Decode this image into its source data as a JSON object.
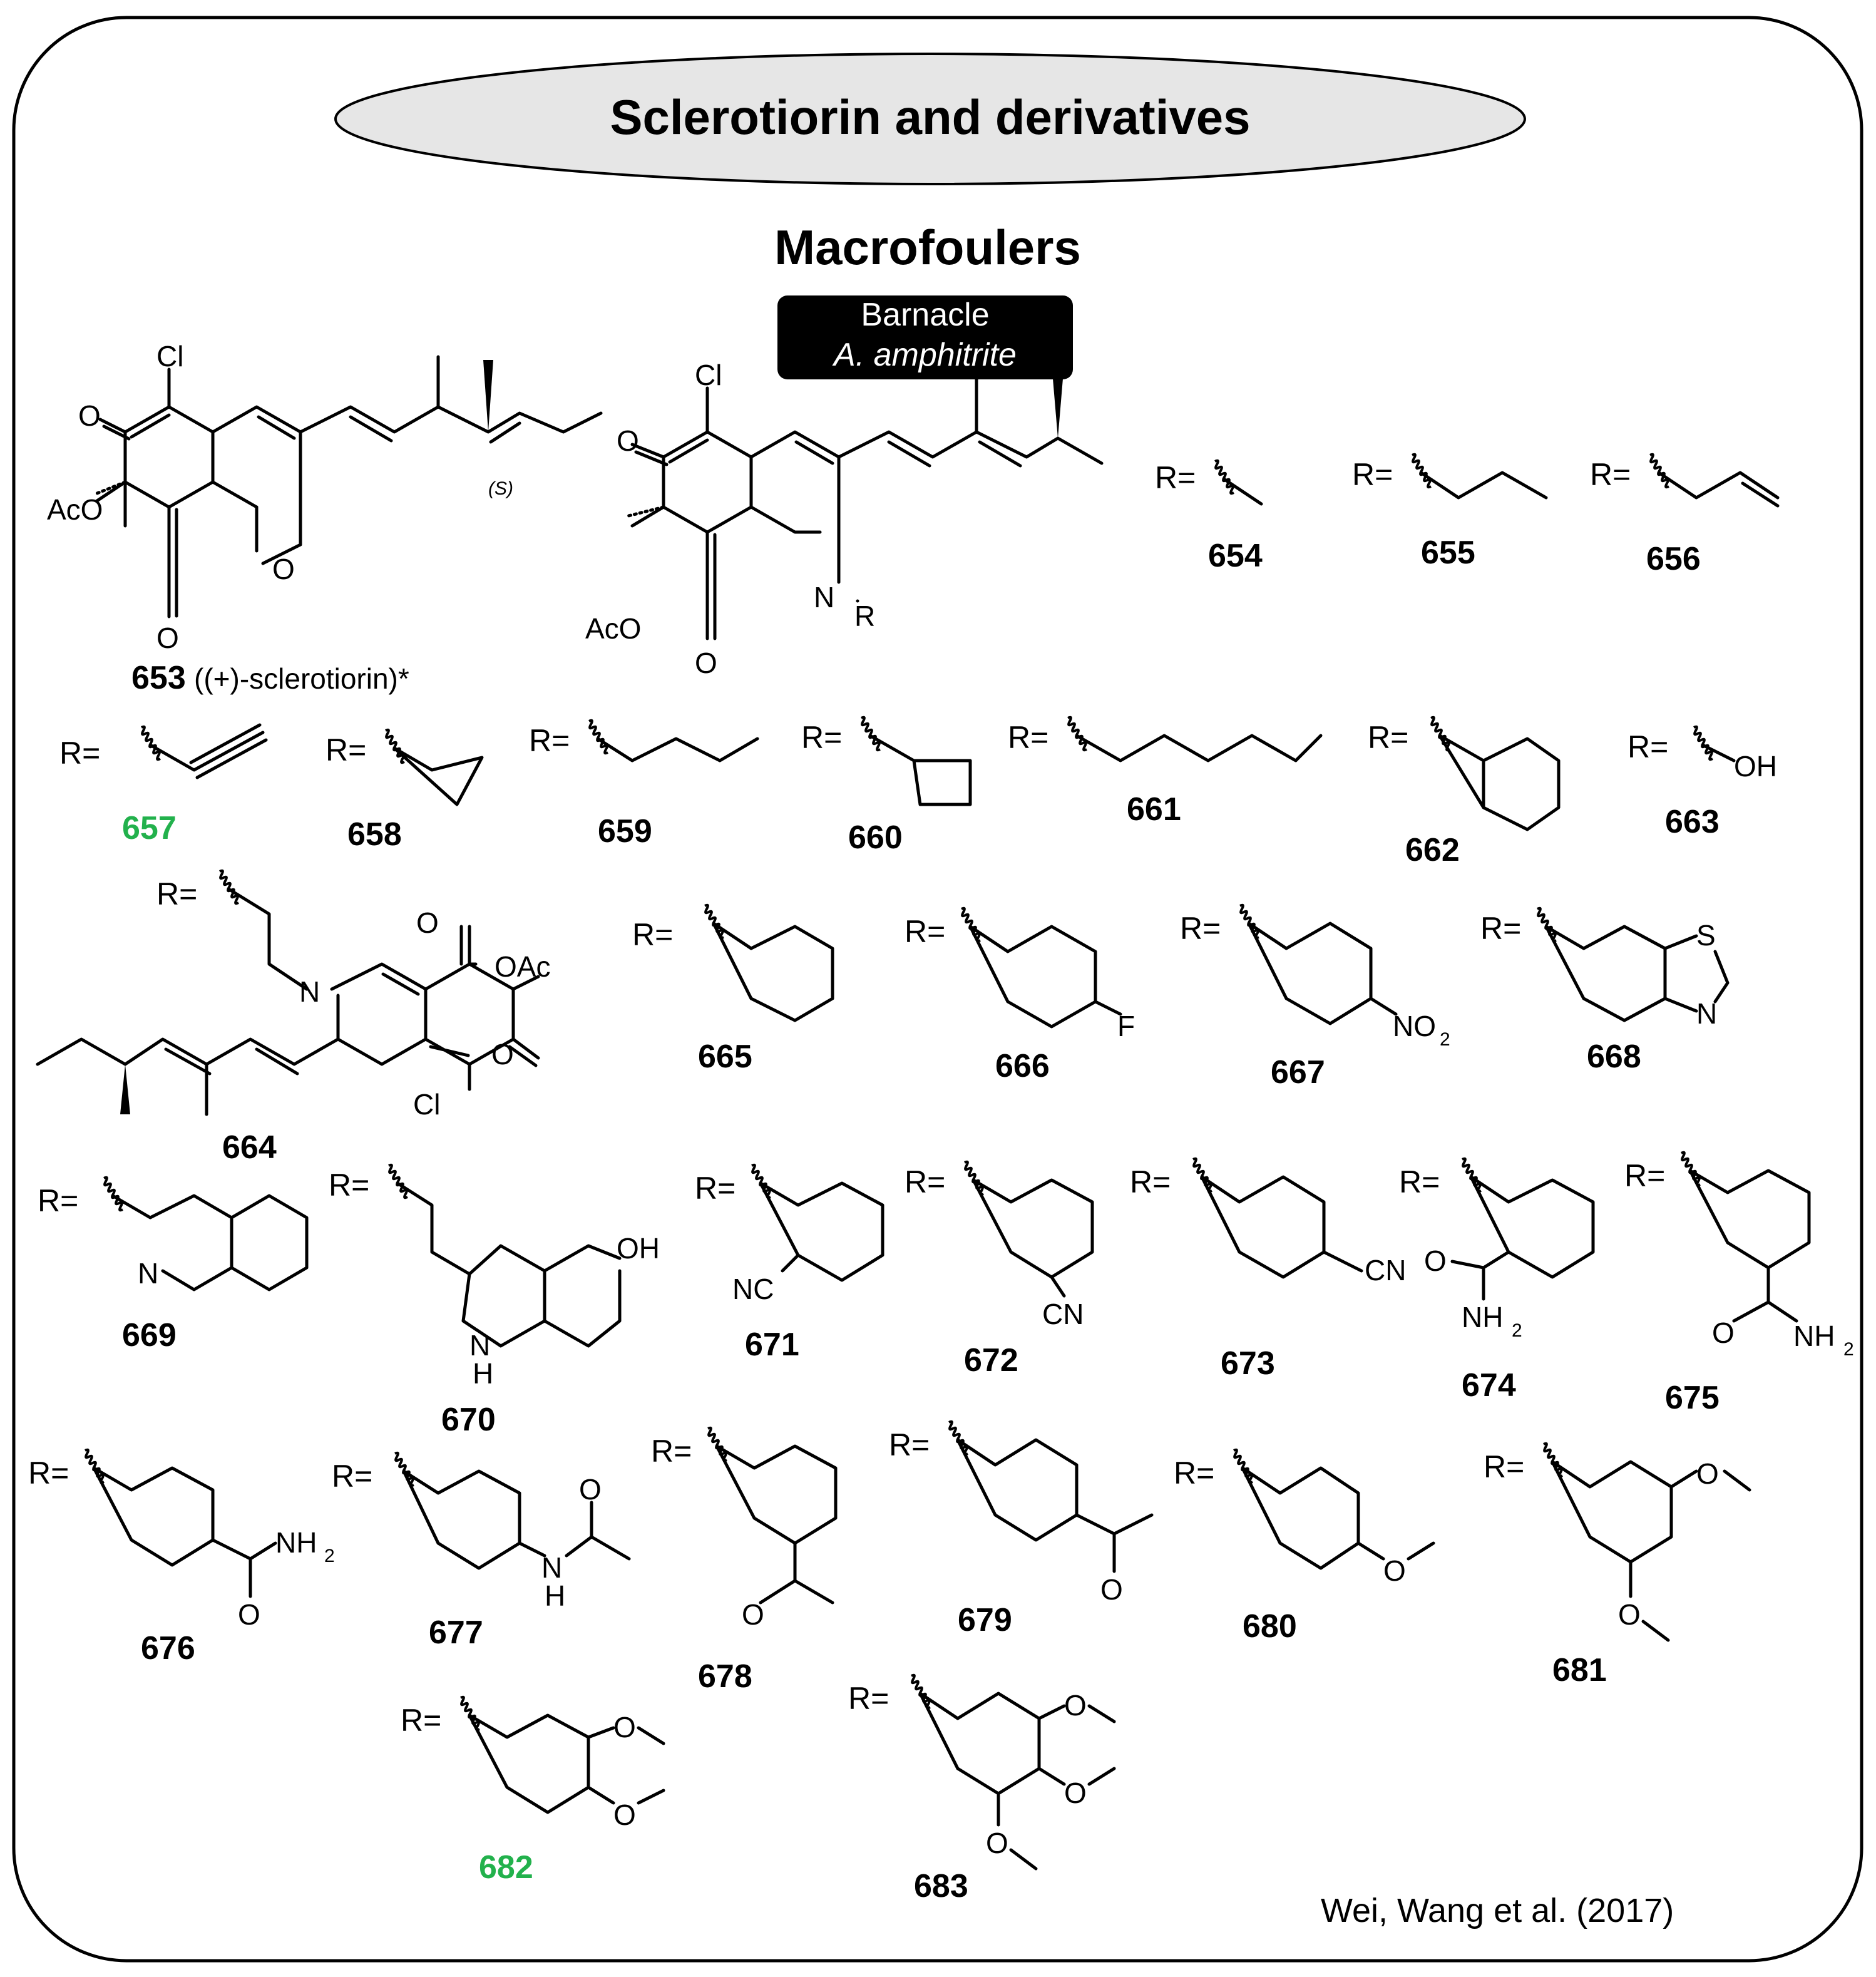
{
  "header": {
    "title": "Sclerotiorin and derivatives"
  },
  "section": {
    "title": "Macrofoulers"
  },
  "organism": {
    "line1": "Barnacle",
    "line2": "A. amphitrite"
  },
  "citation": "Wei, Wang et al. (2017)",
  "atoms": {
    "cl": "Cl",
    "o": "O",
    "aco": "AcO",
    "oac": "OAc",
    "n": "N",
    "nr": "N",
    "r": "R",
    "s_desc": "(S)",
    "oh": "OH",
    "f": "F",
    "no2": "NO",
    "sub2": "2",
    "s": "S",
    "nh2": "NH",
    "nc": "NC",
    "cn": "CN",
    "h": "H"
  },
  "r_prefix": "R=",
  "compounds": {
    "c653_num": "653",
    "c653_name": " ((+)-sclerotiorin)*",
    "c654": "654",
    "c655": "655",
    "c656": "656",
    "c657": "657",
    "c658": "658",
    "c659": "659",
    "c660": "660",
    "c661": "661",
    "c662": "662",
    "c663": "663",
    "c664": "664",
    "c665": "665",
    "c666": "666",
    "c667": "667",
    "c668": "668",
    "c669": "669",
    "c670": "670",
    "c671": "671",
    "c672": "672",
    "c673": "673",
    "c674": "674",
    "c675": "675",
    "c676": "676",
    "c677": "677",
    "c678": "678",
    "c679": "679",
    "c680": "680",
    "c681": "681",
    "c682": "682",
    "c683": "683"
  },
  "colors": {
    "highlight": "#22b14c",
    "oval": "#e6e6e6",
    "badge": "#000000"
  }
}
